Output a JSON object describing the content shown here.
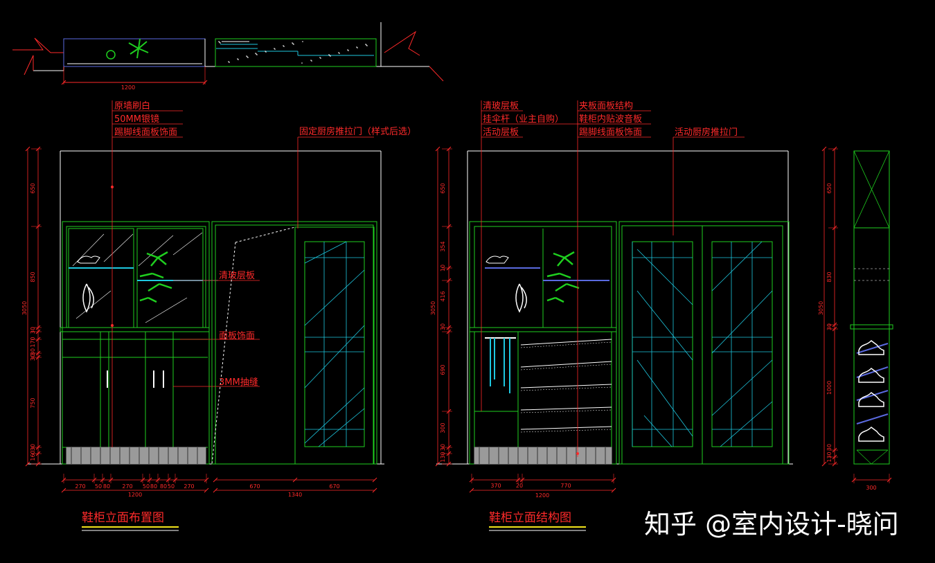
{
  "colors": {
    "background": "#000000",
    "green": "#1fcf1f",
    "red": "#ff2a2a",
    "cyan": "#1ec8e0",
    "white": "#ffffff",
    "yellow": "#f4e61c",
    "blue": "#5a6ae0",
    "gray": "#9a9a9a"
  },
  "plan": {
    "dim_width": "1200"
  },
  "left_elevation": {
    "title": "鞋柜立面布置图",
    "labels": {
      "wall": "原墙刷白",
      "mirror": "50MM银镜",
      "kick": "踢脚线面板饰面",
      "fixed_door": "固定厨房推拉门（样式后选）",
      "glass_shelf": "清玻层板",
      "panel_face": "面板饰面",
      "groove": "3MM抽缝"
    },
    "vdims": [
      "650",
      "850",
      "3050",
      "30",
      "170",
      "30",
      "30",
      "750",
      "160",
      "30"
    ],
    "hdims": [
      "270",
      "50",
      "80",
      "270",
      "50",
      "80",
      "80",
      "50",
      "270",
      "670",
      "670"
    ],
    "totals": [
      "1200",
      "1340"
    ]
  },
  "right_elevation": {
    "title": "鞋柜立面结构图",
    "labels": {
      "glass_shelf": "清玻层板",
      "umbrella_rod": "挂伞杆（业主自购）",
      "movable_shelf": "活动层板",
      "sandwich_panel": "夹板面板结构",
      "sound_board": "鞋柜内贴波音板",
      "kick": "踢脚线面板饰面",
      "movable_door": "活动厨房推拉门"
    },
    "vdims": [
      "650",
      "354",
      "10",
      "3050",
      "416",
      "30",
      "690",
      "300",
      "130",
      "30"
    ],
    "hdims": [
      "370",
      "20",
      "770"
    ],
    "totals": [
      "1200"
    ]
  },
  "side_view": {
    "vdims": [
      "650",
      "830",
      "3050",
      "30",
      "1000",
      "130",
      "30"
    ],
    "width": "300"
  },
  "watermark": "知乎 @室内设计-晓问"
}
